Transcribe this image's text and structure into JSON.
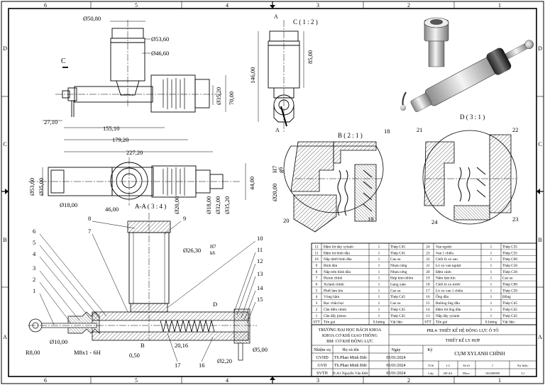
{
  "zones": {
    "cols": [
      "6",
      "5",
      "4",
      "3",
      "2",
      "1"
    ],
    "rows": [
      "D",
      "C",
      "B",
      "A"
    ]
  },
  "views": {
    "section_c": "C",
    "view_c": "C ( 1 : 2 )",
    "detail_b": "B ( 2 : 1 )",
    "detail_d": "D ( 3 : 1 )",
    "section_aa": "A-A ( 3 : 4 )",
    "cut_a_top": "A",
    "cut_a_bottom": "A",
    "marker_b": "B",
    "marker_d": "D"
  },
  "dims": {
    "d50_80": "Ø50,80",
    "d53_60": "Ø53,60",
    "d46_60": "Ø46,60",
    "d35_20_top": "Ø35,20",
    "d70": "70,00",
    "d27_10": "27,10",
    "d155_10": "155,10",
    "d179_20": "179,20",
    "d227_20": "227,20",
    "d146": "146,00",
    "d85": "85,00",
    "d53_60_side": "Ø53,60",
    "d35_side": "Ø35,00",
    "d18": "Ø18,00",
    "d20": "Ø20,00",
    "d18_b": "Ø18,00",
    "d32": "Ø32,00",
    "d35_20_b": "Ø35,20",
    "d44": "44,00",
    "fit_h7": "H7",
    "fit_g6": "g6",
    "d20_fit": "Ø20,00",
    "d46": "46,00",
    "d26_30": "Ø26,30",
    "fit_h7_2": "H7",
    "fit_k6": "k6",
    "d10": "Ø10,00",
    "r8": "R8,00",
    "m8": "M8x1 - 6H",
    "d0_50": "0,50",
    "d20_16": "20,16",
    "d2_20": "Ø2,20",
    "d5": "Ø5,00"
  },
  "detail_b_labels": [
    "18",
    "19",
    "20"
  ],
  "detail_d_labels": [
    "21",
    "22",
    "23",
    "24"
  ],
  "balloons": [
    "8",
    "9",
    "7",
    "6",
    "5",
    "4",
    "3",
    "2",
    "1",
    "10",
    "11",
    "12",
    "13",
    "14",
    "15",
    "17",
    "16"
  ],
  "bom": {
    "left": [
      {
        "stt": "12",
        "name": "Đệm lót dây xylanh",
        "qty": "1",
        "mat": "Thép C45"
      },
      {
        "stt": "11",
        "name": "Đệm lót bình dầu",
        "qty": "1",
        "mat": "Thép C45"
      },
      {
        "stt": "10",
        "name": "Nắp dưới bình dầu",
        "qty": "1",
        "mat": "Cao su"
      },
      {
        "stt": "9",
        "name": "Bình dầu",
        "qty": "1",
        "mat": "Nhựa cứng"
      },
      {
        "stt": "8",
        "name": "Nắp trên bình dầu",
        "qty": "1",
        "mat": "Nhựa cứng"
      },
      {
        "stt": "7",
        "name": "Piston chính",
        "qty": "1",
        "mat": "Hợp kim nhôm"
      },
      {
        "stt": "6",
        "name": "Xylanh chính",
        "qty": "1",
        "mat": "Gang xám"
      },
      {
        "stt": "5",
        "name": "Phớt làm kín",
        "qty": "1",
        "mat": "Cao su"
      },
      {
        "stt": "4",
        "name": "Vòng hãm",
        "qty": "1",
        "mat": "Thép C45"
      },
      {
        "stt": "3",
        "name": "Bọc chắn bụi",
        "qty": "1",
        "mat": "Cao su"
      },
      {
        "stt": "2",
        "name": "Cần điều chỉnh",
        "qty": "1",
        "mat": "Thép C45"
      },
      {
        "stt": "1",
        "name": "Cần đẩy piston",
        "qty": "1",
        "mat": "Thép C45"
      }
    ],
    "right": [
      {
        "stt": "24",
        "name": "Van ngược",
        "qty": "1",
        "mat": "Thép C35"
      },
      {
        "stt": "23",
        "name": "Van 1 chiều",
        "qty": "1",
        "mat": "Thép C35"
      },
      {
        "stt": "22",
        "name": "Chốt lò xo sau",
        "qty": "1",
        "mat": "Thép C60"
      },
      {
        "stt": "21",
        "name": "Lò xo van ngược",
        "qty": "1",
        "mat": "Thép C50"
      },
      {
        "stt": "20",
        "name": "Đệm cánh",
        "qty": "1",
        "mat": "Thép C30"
      },
      {
        "stt": "19",
        "name": "Nắm làm kín",
        "qty": "1",
        "mat": "Cao su"
      },
      {
        "stt": "18",
        "name": "Chốt lò xo trước",
        "qty": "1",
        "mat": "Thép C60"
      },
      {
        "stt": "17",
        "name": "Lò xo van 1 chiều",
        "qty": "1",
        "mat": "Thép C50"
      },
      {
        "stt": "16",
        "name": "Ống dầu",
        "qty": "1",
        "mat": "Đồng"
      },
      {
        "stt": "15",
        "name": "Bulông ống dầu",
        "qty": "1",
        "mat": "Thép C45"
      },
      {
        "stt": "14",
        "name": "Đệm lót ống dầu",
        "qty": "1",
        "mat": "Thép C45"
      },
      {
        "stt": "13",
        "name": "Nắp dây xylanh",
        "qty": "1",
        "mat": "Thép C45"
      }
    ],
    "header": {
      "stt": "STT",
      "name": "Tên gọi",
      "qty": "S.lượng",
      "mat": "Vật liệu"
    }
  },
  "title_block": {
    "school_1": "TRƯỜNG ĐẠI HỌC BÁCH KHOA",
    "school_2": "KHOA CƠ KHÍ GIAO THÔNG",
    "school_3": "BM: CƠ KHÍ ĐỘNG LỰC",
    "project": "PBL4: THIẾT KẾ HỆ ĐỘNG LỰC Ô TÔ",
    "subject": "THIẾT KẾ LY HỢP",
    "drawing": "CỤM XYLANH CHÍNH",
    "col_role": "Nhiệm vụ",
    "col_name": "Họ và tên",
    "col_date": "Ngày",
    "col_sign": "Ký",
    "people": [
      {
        "role": "GVHD",
        "name": "TS.Phan Minh Đức",
        "date": "05/01/2024"
      },
      {
        "role": "GVD",
        "name": "TS.Phan Minh Đức",
        "date": "05/01/2024"
      },
      {
        "role": "SVTH",
        "name": "N.A1 Nguyễn Văn Đức",
        "date": "05/01/2024"
      }
    ],
    "grid_top": [
      "Tỉ lệ",
      "1:2",
      "Số tờ",
      "1",
      "Ký hiệu:"
    ],
    "grid_bottom": [
      "Lớp",
      "20C4A",
      "Mssv",
      "102200009",
      "L1"
    ]
  }
}
